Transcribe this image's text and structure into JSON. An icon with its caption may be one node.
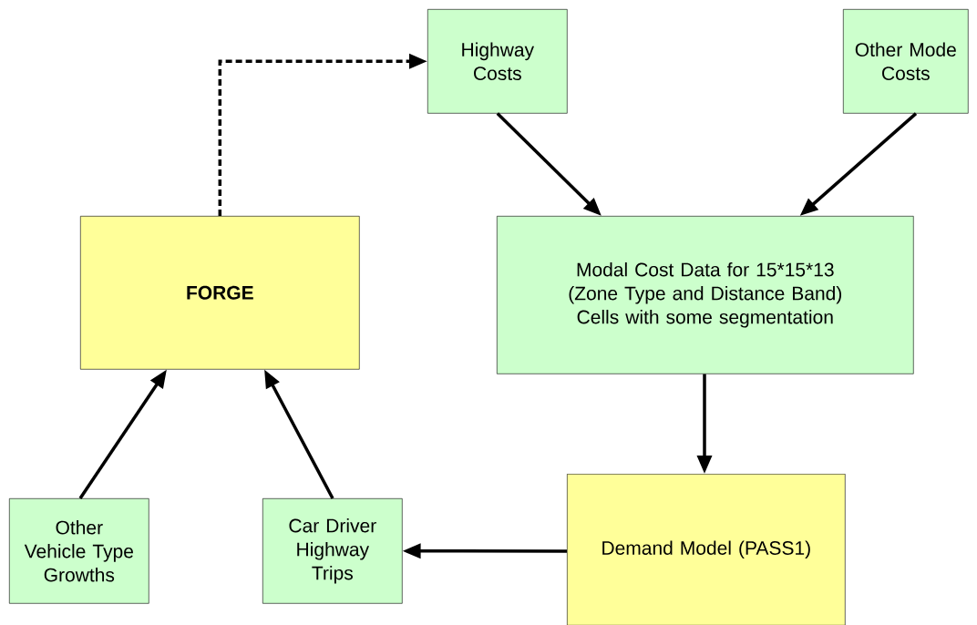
{
  "diagram": {
    "nodes": [
      {
        "text": [
          "Highway Costs"
        ]
      },
      {
        "text": [
          "Other Mode Costs"
        ]
      },
      {
        "text": [
          "FORGE"
        ]
      },
      {
        "text": [
          "Modal Cost Data for 15*15*13 (Zone Type and Distance Band) Cells with some segmentation"
        ]
      },
      {
        "text": [
          "Other Vehicle Type Growths"
        ]
      },
      {
        "text": [
          "Car Driver Highway Trips"
        ]
      },
      {
        "text": [
          "Demand Model (PASS1)"
        ]
      }
    ],
    "edges": [
      {
        "from": 2,
        "to": 0,
        "arrow": "to",
        "style": "dashed"
      },
      {
        "from": 0,
        "to": 3,
        "arrow": "to"
      },
      {
        "from": 1,
        "to": 3,
        "arrow": "to"
      },
      {
        "from": 3,
        "to": 6,
        "arrow": "to"
      },
      {
        "from": 6,
        "to": 5,
        "arrow": "to"
      },
      {
        "from": 4,
        "to": 2,
        "arrow": "to"
      },
      {
        "from": 5,
        "to": 2,
        "arrow": "to"
      }
    ]
  }
}
